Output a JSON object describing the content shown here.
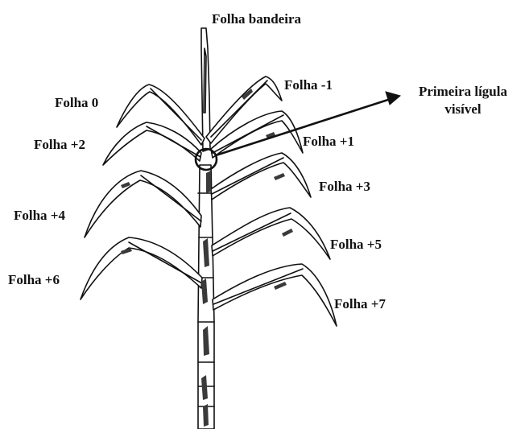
{
  "labels": {
    "folha_bandeira": "Folha bandeira",
    "folha_m1": "Folha -1",
    "folha_0": "Folha 0",
    "folha_p1": "Folha +1",
    "folha_p2": "Folha +2",
    "folha_p3": "Folha +3",
    "folha_p4": "Folha +4",
    "folha_p5": "Folha +5",
    "folha_p6": "Folha +6",
    "folha_p7": "Folha +7",
    "ligula_line1": "Primeira  lígula",
    "ligula_line2": "visível"
  },
  "colors": {
    "ink": "#111111",
    "leaf_fill": "#ffffff",
    "shade": "#3a3a3a"
  }
}
